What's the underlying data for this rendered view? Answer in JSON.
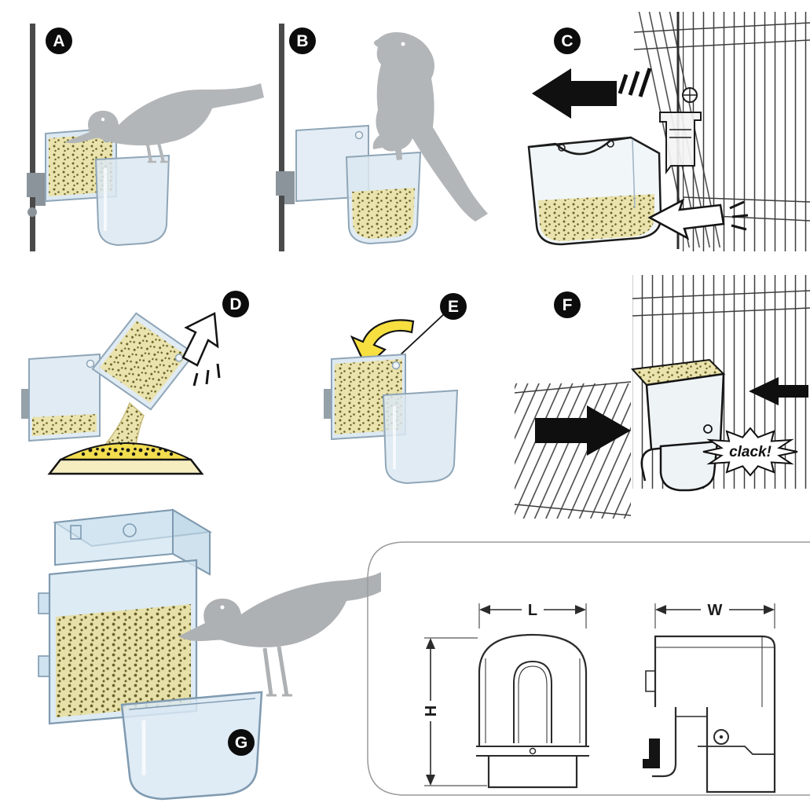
{
  "figure": {
    "panels": [
      {
        "id": "a",
        "label": "A"
      },
      {
        "id": "b",
        "label": "B"
      },
      {
        "id": "c",
        "label": "C"
      },
      {
        "id": "d",
        "label": "D"
      },
      {
        "id": "e",
        "label": "E"
      },
      {
        "id": "f",
        "label": "F"
      },
      {
        "id": "g",
        "label": "G"
      }
    ],
    "sound_effect": "clack!",
    "dimension_labels": {
      "length": "L",
      "width": "W",
      "height": "H"
    }
  },
  "colors": {
    "feeder_blue": "#d5e6f1",
    "feeder_stroke": "#8fa6b8",
    "seed_fill": "#eae3ad",
    "seed_dot": "#6b6328",
    "pile_yellow": "#f2dd4e",
    "bird_gray": "#b3b6b9",
    "outline_black": "#141414",
    "arrow_yellow": "#f6df3f",
    "badge_black": "#0c0c0c"
  }
}
